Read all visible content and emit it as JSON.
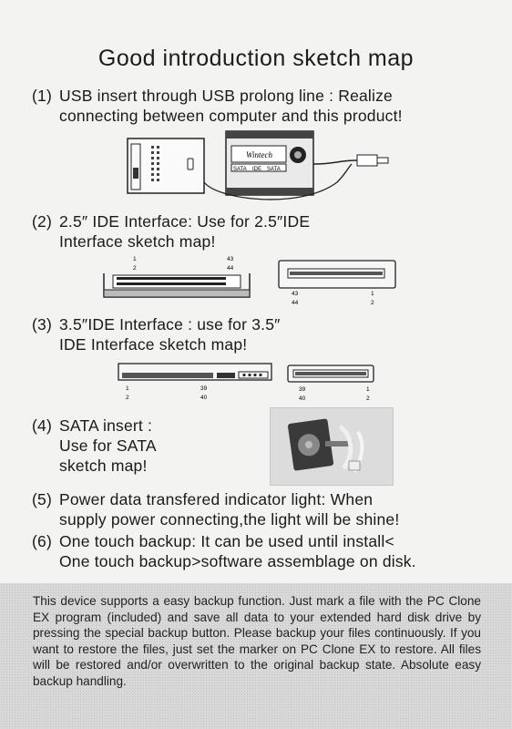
{
  "title": "Good introduction sketch map",
  "items": [
    {
      "num": "(1)",
      "line1": "USB insert  through USB prolong line :   Realize",
      "line2": "connecting between computer and this product!"
    },
    {
      "num": "(2)",
      "line1": "2.5″ IDE Interface:   Use for 2.5″IDE",
      "line2": "Interface sketch map!"
    },
    {
      "num": "(3)",
      "line1": "3.5″IDE Interface :   use for 3.5″",
      "line2": "IDE Interface sketch map!"
    },
    {
      "num": "(4)",
      "line1": "SATA insert :",
      "line2": "Use for SATA",
      "line3": "sketch map!"
    },
    {
      "num": "(5)",
      "line1": "Power data transfered indicator light: When",
      "line2": "supply power connecting,the light will be shine!"
    },
    {
      "num": "(6)",
      "line1": "One touch backup: It can be used until install<",
      "line2": "One touch backup>software assemblage on disk."
    }
  ],
  "device": {
    "brand": "Wintech",
    "port_left": "SATA",
    "port_mid": "IDE",
    "port_right": "SATA"
  },
  "ide25": {
    "left_top_a": "1",
    "left_top_b": "43",
    "left_mid_a": "2",
    "left_mid_b": "44",
    "right_bot_a": "43",
    "right_bot_b": "1",
    "right_bot2_a": "44",
    "right_bot2_b": "2"
  },
  "ide35": {
    "left_a": "1",
    "left_b": "39",
    "left_c": "2",
    "left_d": "40",
    "right_a": "39",
    "right_b": "1",
    "right_c": "40",
    "right_d": "2"
  },
  "bottom_text": "This device supports a easy backup function. Just mark a file with the PC Clone EX program (included) and save all data to your extended hard disk drive by pressing the special backup button. Please backup your files continuously. If you want to restore the files, just set the marker on PC Clone EX to restore. All files will be restored and/or overwritten to the original backup state. Absolute easy backup handling."
}
